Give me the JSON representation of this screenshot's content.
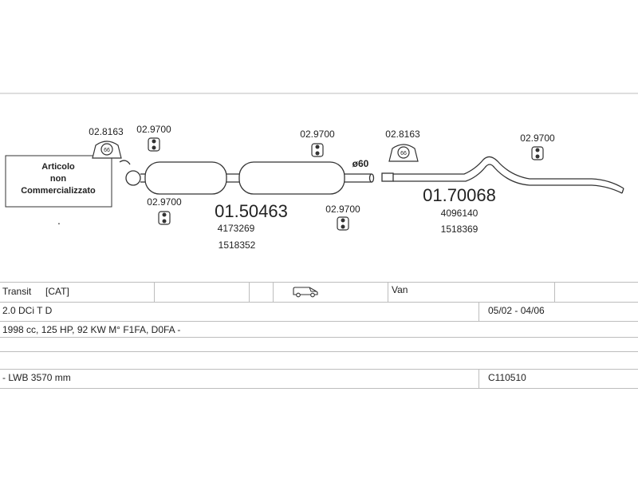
{
  "diagram": {
    "note_box": {
      "lines": [
        "Articolo",
        "non",
        "Commercializzato"
      ]
    },
    "hangers": [
      {
        "code": "02.8163",
        "badge": "66"
      },
      {
        "code": "02.8163",
        "badge": "66"
      }
    ],
    "rubber_mounts": [
      "02.9700",
      "02.9700",
      "02.9700",
      "02.9700",
      "02.9700"
    ],
    "parts": [
      {
        "part_number": "01.50463",
        "refs": [
          "4173269",
          "1518352"
        ]
      },
      {
        "part_number": "01.70068",
        "refs": [
          "4096140",
          "1518369"
        ]
      }
    ],
    "diameter_label": "ø60",
    "bullet": "."
  },
  "table": {
    "row1": {
      "model": "Transit",
      "tag": "[CAT]",
      "body": "Van"
    },
    "row2": {
      "engine": "2.0 DCi T D",
      "dates": "05/02 - 04/06"
    },
    "row3": {
      "spec": "1998 cc, 125 HP, 92 KW M° F1FA, D0FA -"
    },
    "row5": {
      "wheelbase": "- LWB 3570 mm",
      "code": "C110510"
    }
  }
}
